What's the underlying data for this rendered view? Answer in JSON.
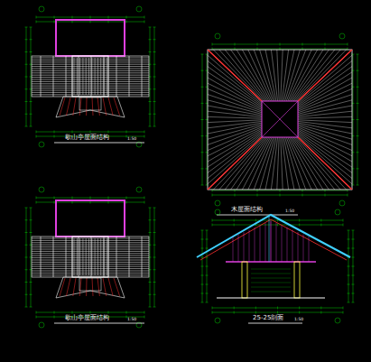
{
  "diagram": {
    "labels": [
      "歇山亭屋面结构",
      "1:50",
      "木屋面结构",
      "1:50",
      "歇山亭屋面结构",
      "1:50",
      "25-25剖面",
      "1:50"
    ]
  }
}
